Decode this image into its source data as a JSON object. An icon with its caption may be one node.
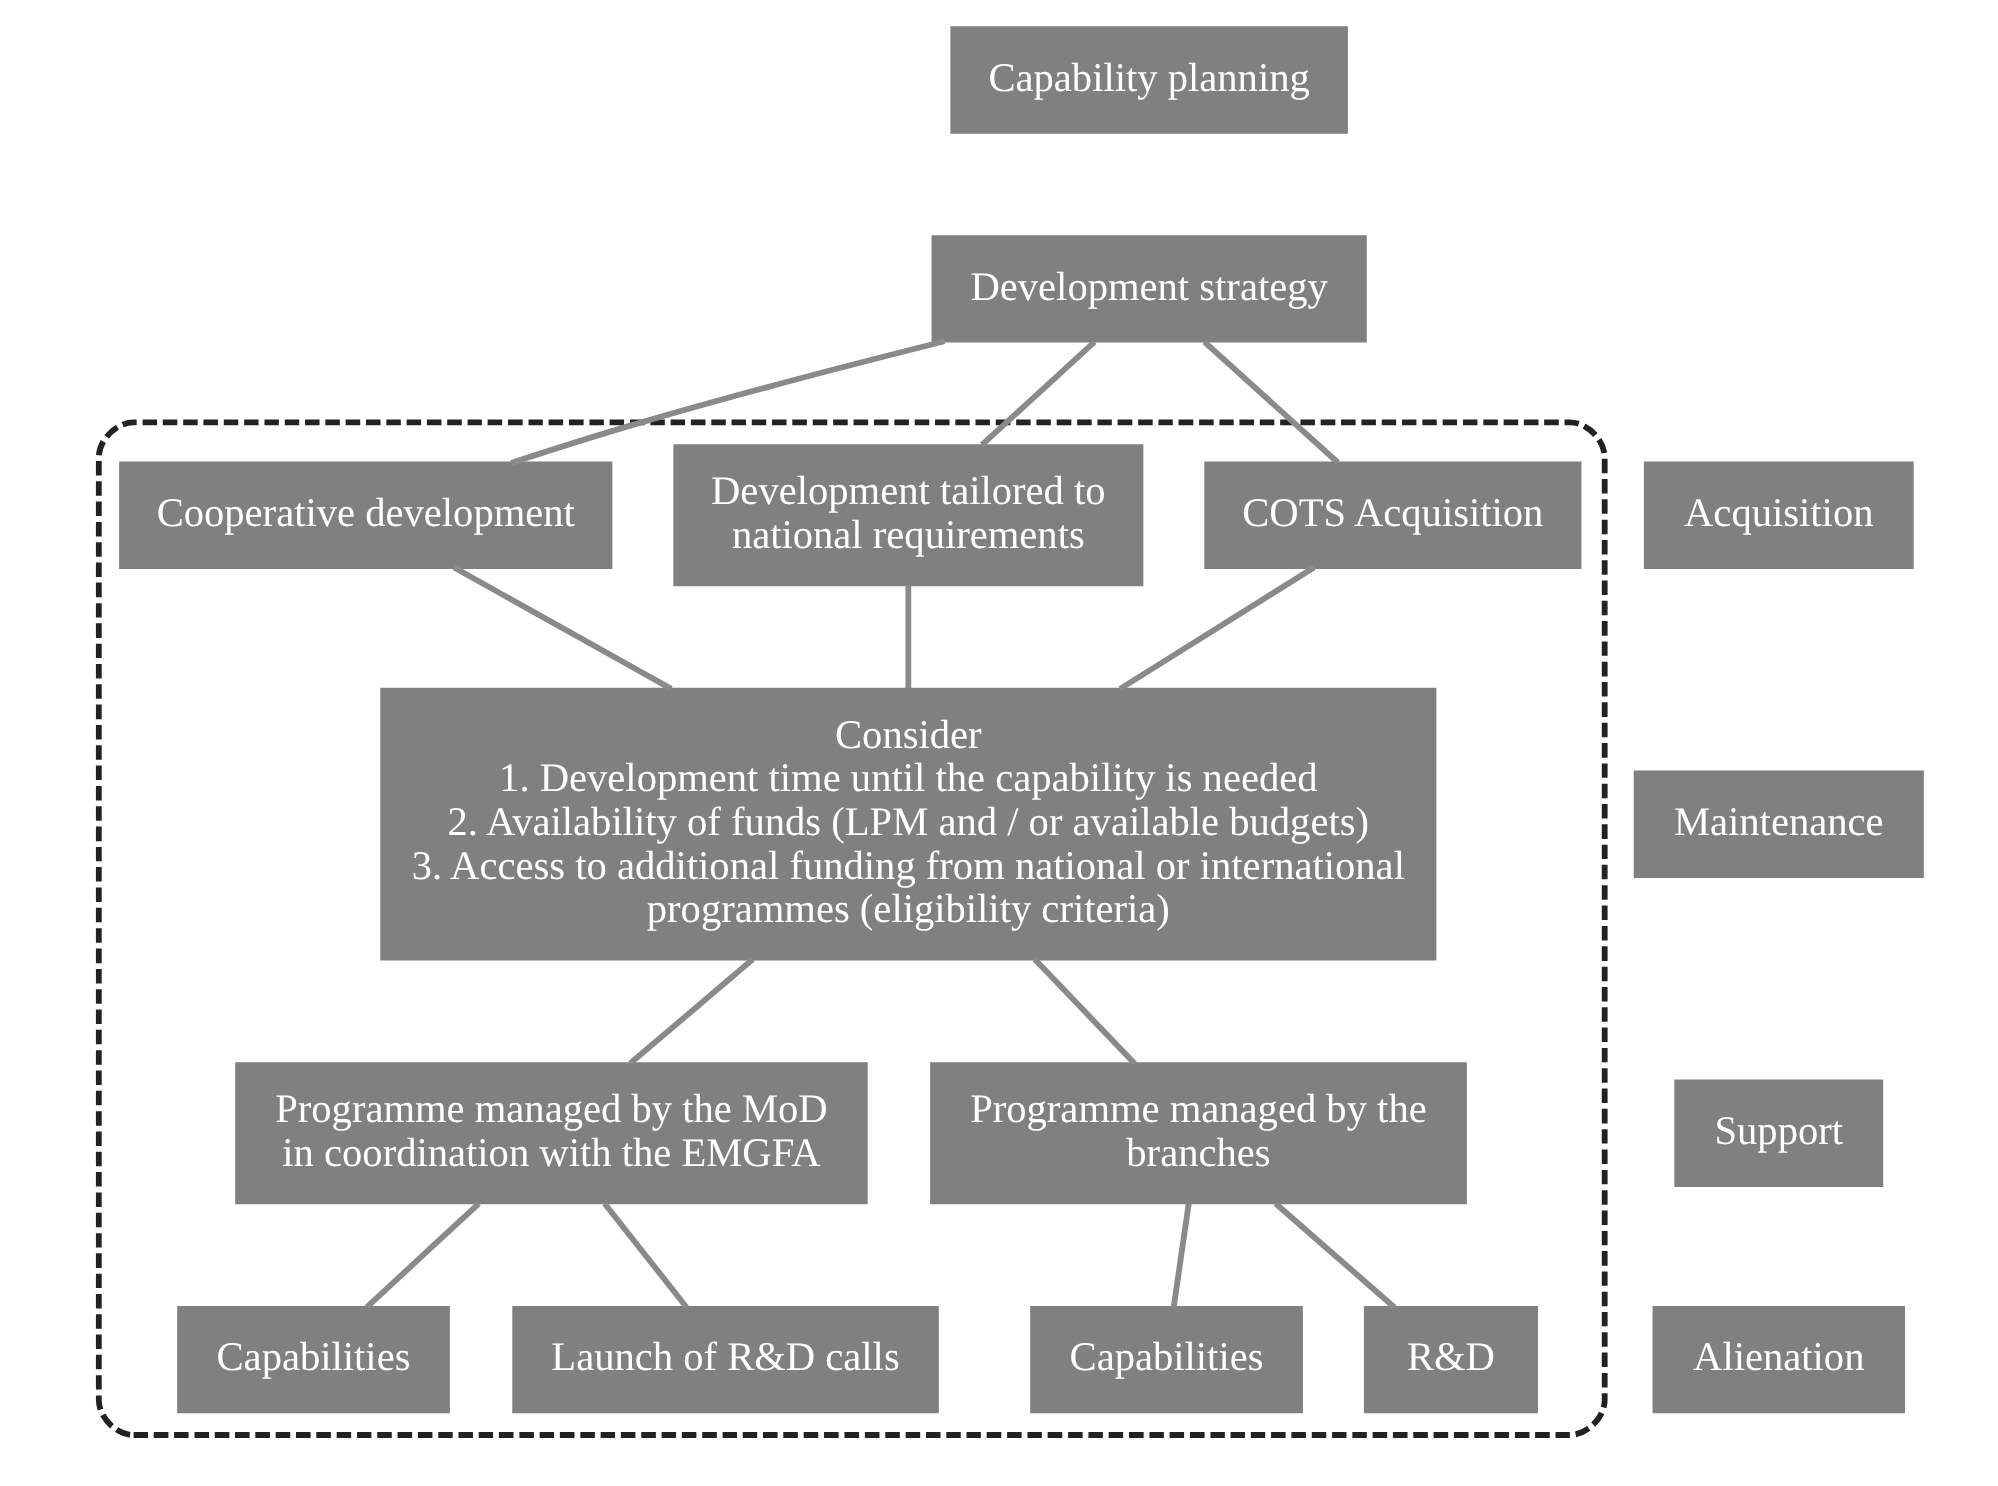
{
  "diagram": {
    "nodes": [
      {
        "text": [
          "Capability planning"
        ]
      },
      {
        "text": [
          "Development strategy"
        ]
      },
      {
        "text": [
          "Acquisition"
        ]
      },
      {
        "text": [
          "Maintenance"
        ]
      },
      {
        "text": [
          "Support"
        ]
      },
      {
        "text": [
          "Alienation"
        ]
      },
      {
        "text": [],
        "shape": "box"
      },
      {
        "text": [
          "COTS Acquisition"
        ],
        "in": 6
      },
      {
        "text": [
          "Development tailored to national requirements"
        ],
        "in": 6
      },
      {
        "text": [
          "Cooperative development"
        ],
        "in": 6
      },
      {
        "text": [
          "Consider",
          "1. Development time until the capability is needed",
          "2. Availability of funds (LPM and / or available budgets)",
          "3. Access to additional funding from national or international programmes (eligibility criteria)"
        ],
        "in": 6
      },
      {
        "text": [
          "Programme managed by the MoD in coordination with the EMGFA"
        ],
        "in": 6
      },
      {
        "text": [
          "Programme managed by the branches"
        ],
        "in": 6
      },
      {
        "text": [
          "Capabilities"
        ],
        "in": 6
      },
      {
        "text": [
          "Launch of R&D calls"
        ],
        "in": 6
      },
      {
        "text": [
          "Capabilities"
        ],
        "in": 6
      },
      {
        "text": [
          "R&D"
        ],
        "in": 6
      }
    ],
    "edges": [
      {
        "from": 1,
        "to": 7,
        "arrow": "none"
      },
      {
        "from": 1,
        "to": 8,
        "arrow": "none"
      },
      {
        "from": 1,
        "to": 9,
        "arrow": "none"
      },
      {
        "from": 7,
        "to": 10,
        "arrow": "none"
      },
      {
        "from": 8,
        "to": 10,
        "arrow": "none"
      },
      {
        "from": 9,
        "to": 10,
        "arrow": "none"
      },
      {
        "from": 10,
        "to": 11,
        "arrow": "none"
      },
      {
        "from": 10,
        "to": 12,
        "arrow": "none"
      },
      {
        "from": 11,
        "to": 13,
        "arrow": "none"
      },
      {
        "from": 11,
        "to": 14,
        "arrow": "none"
      },
      {
        "from": 12,
        "to": 15,
        "arrow": "none"
      },
      {
        "from": 12,
        "to": 16,
        "arrow": "none"
      }
    ]
  }
}
